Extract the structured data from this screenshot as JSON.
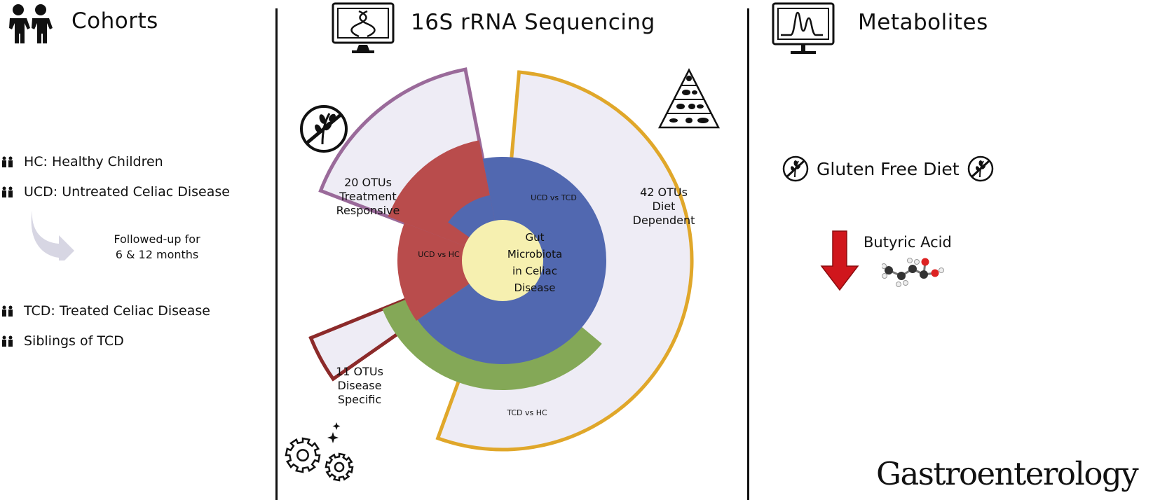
{
  "sections": {
    "cohorts": {
      "title": "Cohorts"
    },
    "sequencing": {
      "title": "16S rRNA Sequencing"
    },
    "metabolites": {
      "title": "Metabolites"
    }
  },
  "cohorts": {
    "hc": "HC: Healthy Children",
    "ucd": "UCD: Untreated Celiac Disease",
    "followup_line1": "Followed-up for",
    "followup_line2": "6 & 12 months",
    "tcd": "TCD: Treated Celiac Disease",
    "siblings": "Siblings of TCD"
  },
  "diagram": {
    "center": [
      "Gut",
      "Microbiota",
      "in Celiac",
      "Disease"
    ],
    "ucd_vs_tcd": "UCD vs TCD",
    "ucd_vs_hc": "UCD vs HC",
    "tcd_vs_hc": "TCD vs HC",
    "treatment": [
      "20 OTUs",
      "Treatment",
      "Responsive"
    ],
    "diet": [
      "42 OTUs",
      "Diet",
      "Dependent"
    ],
    "disease": [
      "11 OTUs",
      "Disease",
      "Specific"
    ]
  },
  "metabolites": {
    "gfd": "Gluten Free Diet",
    "butyric": "Butyric Acid"
  },
  "journal": "Gastroenterology",
  "colors": {
    "blue": "#5168b0",
    "red": "#b94c4c",
    "green": "#84a857",
    "center": "#f6f0b0",
    "pale": "#eeecf5",
    "purple": "#9a6a9a",
    "gold": "#e0a72a",
    "darkred": "#8c2a2a",
    "arrow": "#d0161c"
  },
  "icons": [
    "people-icon",
    "computer-dna-icon",
    "computer-chart-icon",
    "no-gluten-icon",
    "food-pyramid-icon",
    "gears-icon",
    "down-arrow-icon",
    "molecule-icon"
  ]
}
